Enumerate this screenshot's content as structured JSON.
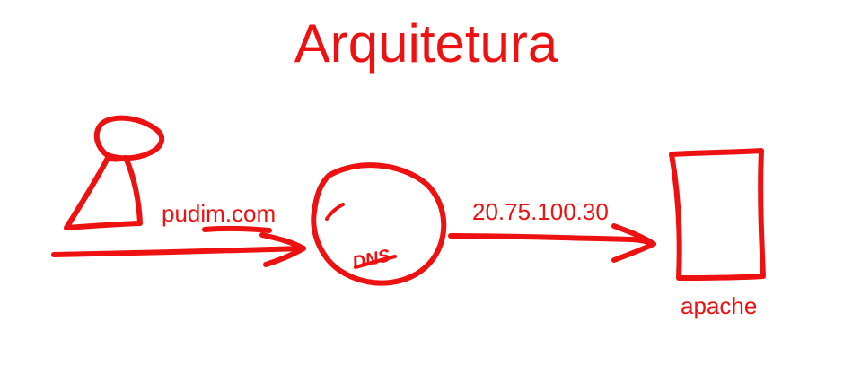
{
  "diagram": {
    "title": "Arquitetura",
    "nodes": {
      "user": {
        "shape": "person"
      },
      "dns": {
        "shape": "circle",
        "label": "DNS"
      },
      "server": {
        "shape": "rectangle",
        "label": "apache"
      }
    },
    "edges": [
      {
        "from": "user",
        "to": "dns",
        "label": "pudim.com"
      },
      {
        "from": "dns",
        "to": "server",
        "label": "20.75.100.30"
      }
    ]
  },
  "colors": {
    "ink": "#ee1111",
    "background": "#ffffff"
  }
}
